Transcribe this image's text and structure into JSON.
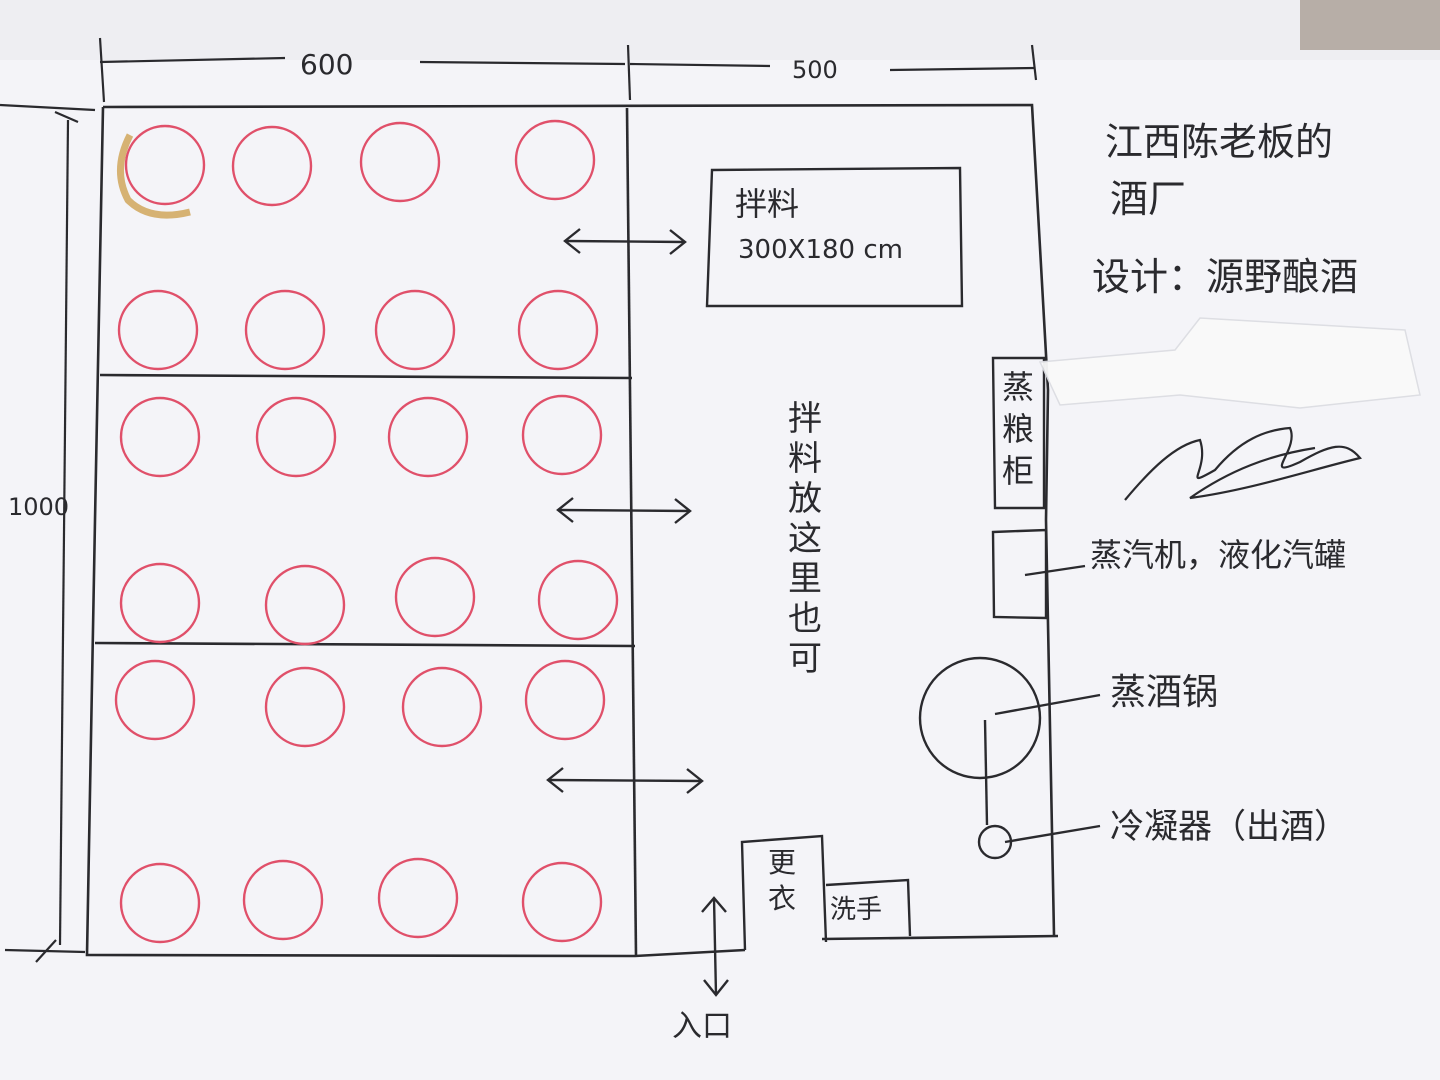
{
  "dimensions": {
    "top_left": "600",
    "top_right": "500",
    "left": "1000"
  },
  "zones": {
    "mixing_table": {
      "label": "拌料",
      "size": "300X180 cm"
    },
    "mixing_alt": "拌料放这里也可",
    "grain_cabinet": "蒸粮柜",
    "changing": "更衣",
    "washing": "洗手",
    "entrance": "入口"
  },
  "annotations": {
    "title_line1": "江西陈老板的",
    "title_line2": "酒厂",
    "designer": "设计：源野酿酒",
    "boiler": "蒸汽机，液化汽罐",
    "still": "蒸酒锅",
    "condenser": "冷凝器（出酒）"
  },
  "fermentation_vats": {
    "rows": 6,
    "columns": 4,
    "count": 24
  },
  "colors": {
    "paper": "#f4f4f8",
    "ink": "#2a2a2e",
    "vat": "#e0506a",
    "tape": "#fafafa",
    "stain": "#c9953a"
  }
}
